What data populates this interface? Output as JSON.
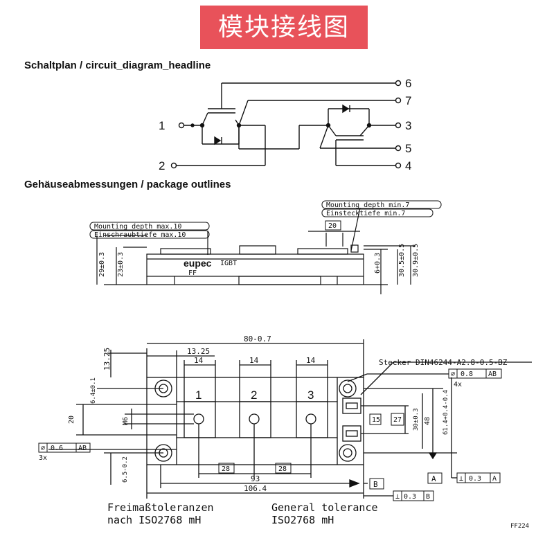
{
  "banner": {
    "title": "模块接线图",
    "background_color": "#e8525a",
    "text_color": "#ffffff"
  },
  "circuit": {
    "heading": "Schaltplan / circuit_diagram_headline",
    "pins": [
      "1",
      "2",
      "3",
      "4",
      "5",
      "6",
      "7"
    ]
  },
  "package": {
    "heading": "Gehäuseabmessungen / package outlines",
    "side_view": {
      "callout_mount_max": "Mounting depth max.10",
      "callout_screw_max": "Einschraubtiefe max.10",
      "callout_mount_min": "Mounting depth min.7",
      "callout_screw_min": "Einstecktiefe min.7",
      "dim_20": "20",
      "dim_29": "29±0.3",
      "dim_23": "23±0.3",
      "dim_6": "6+0.3",
      "dim_30_5": "30.5±0.5",
      "dim_30_9": "30.9±0.5",
      "brand": "eupec",
      "marking_igbt": "IGBT",
      "marking_ff": "FF"
    },
    "top_view": {
      "dim_80": "80-0.7",
      "dim_13_25": "13.25",
      "dim_13_25_v": "13.25",
      "dim_14": [
        "14",
        "14",
        "14"
      ],
      "terminal_labels": [
        "1",
        "2",
        "3"
      ],
      "stecker": "Stecker DIN46244-A2.8-0.5-BZ",
      "tol_top": [
        "⌀",
        "0.8",
        "AB"
      ],
      "count_4x": "4x",
      "dim_6_4": "6.4±0.1",
      "dim_20_v": "20",
      "dim_m6": "M6",
      "tol_left": [
        "⌀",
        "0.6",
        "AB"
      ],
      "count_3x": "3x",
      "dim_6_5": "6.5-0.2",
      "dim_15": "15",
      "dim_27": "27",
      "dim_30": "30±0.3",
      "dim_48": "48",
      "dim_61_4": "61.4+0.4-0.4",
      "dim_28": [
        "28",
        "28"
      ],
      "dim_93": "93",
      "dim_106_4": "106.4",
      "datum_b": "B",
      "datum_a": "A",
      "tol_a": [
        "⊥",
        "0.3",
        "A"
      ],
      "tol_b": [
        "⊥",
        "0.3",
        "B"
      ]
    },
    "tolerance_de": [
      "Freimaßtoleranzen",
      "nach ISO2768 mH"
    ],
    "tolerance_en": [
      "General tolerance",
      "ISO2768 mH"
    ],
    "drawing_id": "FF224"
  }
}
